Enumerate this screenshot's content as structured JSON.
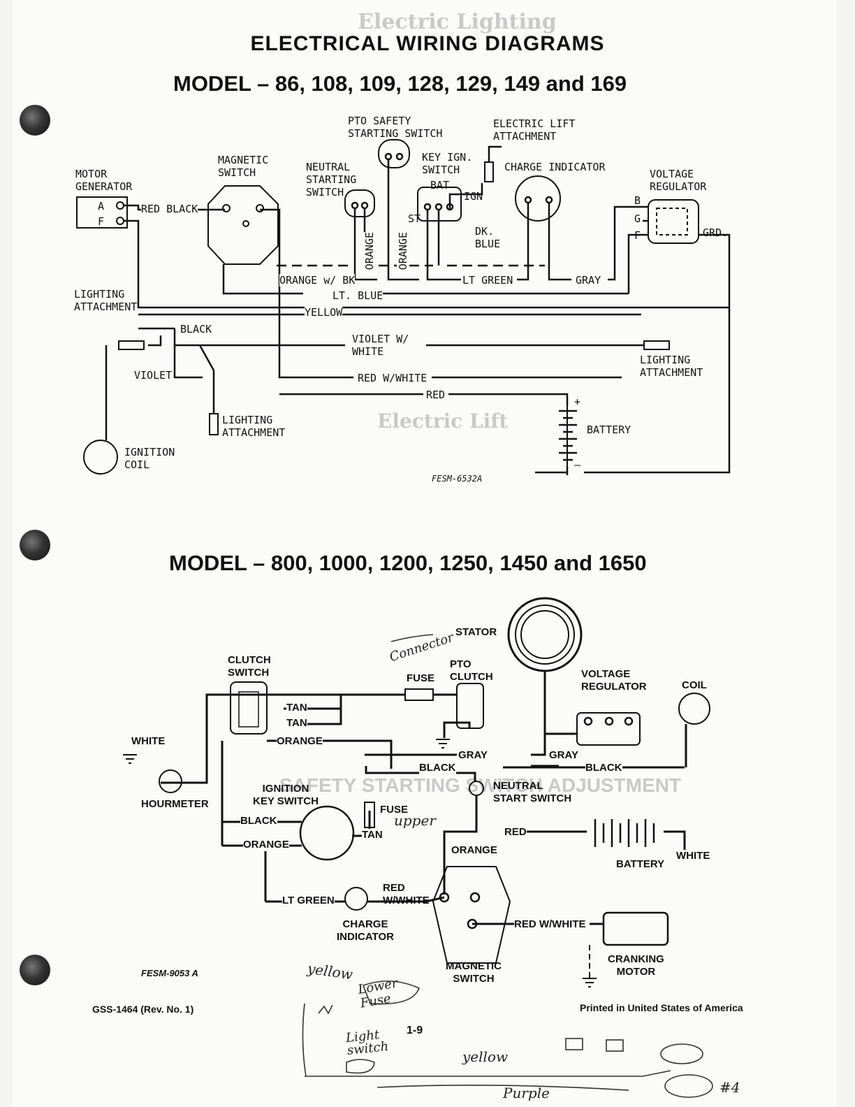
{
  "heading": "ELECTRICAL WIRING DIAGRAMS",
  "diagram1": {
    "model_title": "MODEL – 86, 108, 109, 128, 129, 149 and 169",
    "labels": {
      "motor_generator": "MOTOR\nGENERATOR",
      "a": "A",
      "f": "F",
      "red_black": "RED BLACK",
      "magnetic_switch": "MAGNETIC\nSWITCH",
      "neutral_starting_switch": "NEUTRAL\nSTARTING\nSWITCH",
      "pto_safety": "PTO SAFETY\nSTARTING SWITCH",
      "key_ign": "KEY IGN.\nSWITCH",
      "bat": "BAT",
      "st": "ST",
      "ign": "IGN",
      "electric_lift": "ELECTRIC LIFT\nATTACHMENT",
      "charge_indicator": "CHARGE INDICATOR",
      "dk_blue": "DK.\nBLUE",
      "voltage_regulator": "VOLTAGE\nREGULATOR",
      "b": "B",
      "g": "G",
      "f2": "F",
      "grd": "GRD.",
      "orange1": "ORANGE",
      "orange2": "ORANGE",
      "orange_wbk": "ORANGE w/ BK",
      "lt_green": "LT GREEN",
      "gray": "GRAY",
      "lt_blue": "LT. BLUE",
      "yellow": "YELLOW",
      "lighting_attachment_left": "LIGHTING\nATTACHMENT",
      "black": "BLACK",
      "violet_w_white": "VIOLET W/\nWHITE",
      "violet": "VIOLET",
      "red_w_white": "RED W/WHITE",
      "red": "RED",
      "lighting_attachment_right": "LIGHTING\nATTACHMENT",
      "lighting_attachment_bottom": "LIGHTING\nATTACHMENT",
      "battery": "BATTERY",
      "plus": "+",
      "minus": "–",
      "ignition_coil": "IGNITION\nCOIL",
      "fig_code": "FESM-6532A"
    }
  },
  "diagram2": {
    "model_title": "MODEL – 800, 1000, 1200, 1250, 1450 and 1650",
    "labels": {
      "stator": "STATOR",
      "clutch_switch": "CLUTCH\nSWITCH",
      "fuse": "FUSE",
      "pto_clutch": "PTO\nCLUTCH",
      "voltage_regulator": "VOLTAGE\nREGULATOR",
      "coil": "COIL",
      "tan1": "TAN",
      "tan2": "TAN",
      "orange": "ORANGE",
      "white_left": "WHITE",
      "gray_left": "GRAY",
      "gray_right": "GRAY",
      "black_mid": "BLACK",
      "black_right": "BLACK",
      "hourmeter": "HOURMETER",
      "ignition_key_switch": "IGNITION\nKEY SWITCH",
      "neutral_start_switch": "NEUTRAL\nSTART SWITCH",
      "black_key": "BLACK",
      "orange_key": "ORANGE",
      "fuse2": "FUSE",
      "tan_key": "TAN",
      "red_batt": "RED",
      "orange_mag": "ORANGE",
      "battery": "BATTERY",
      "white_batt": "WHITE",
      "lt_green": "LT GREEN",
      "red_w_white_1": "RED\nW/WHITE",
      "red_w_white_2": "RED W/WHITE",
      "charge_indicator": "CHARGE\nINDICATOR",
      "magnetic_switch": "MAGNETIC\nSWITCH",
      "cranking_motor": "CRANKING\nMOTOR",
      "fig_code": "FESM-9053 A"
    }
  },
  "handwritten": {
    "connector": "Connector",
    "upper": "upper",
    "yellow1": "yellow",
    "lower_fuse": "Lower\nFuse",
    "light_switch": "Light\nswitch",
    "yellow2": "yellow",
    "purple": "Purple",
    "tail": "#4"
  },
  "ghost_text": {
    "electric_lighting": "Electric Lighting",
    "electric_lift": "Electric Lift",
    "safety": "SAFETY STARTING SWITCH ADJUSTMENT"
  },
  "footer": {
    "doc_code": "GSS-1464 (Rev. No. 1)",
    "page_number": "1-9",
    "printed": "Printed in United States of America"
  }
}
